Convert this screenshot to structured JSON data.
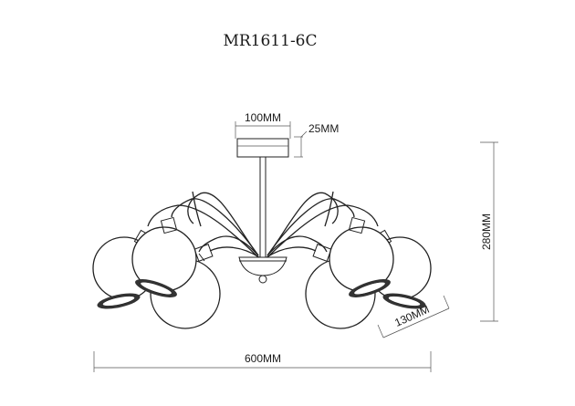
{
  "title": "MR1611-6C",
  "dimensions": {
    "canopy_diameter": "100MM",
    "canopy_height": "25MM",
    "overall_height": "280MM",
    "shade_diameter": "130MM",
    "overall_width": "600MM"
  }
}
